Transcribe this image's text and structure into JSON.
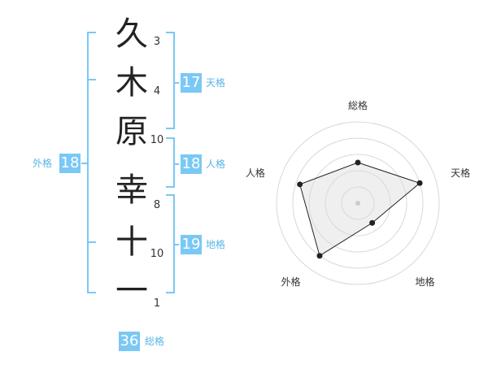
{
  "name_chars": [
    {
      "char": "久",
      "strokes": "3"
    },
    {
      "char": "木",
      "strokes": "4"
    },
    {
      "char": "原",
      "strokes": "10"
    },
    {
      "char": "幸",
      "strokes": "8"
    },
    {
      "char": "十",
      "strokes": "10"
    },
    {
      "char": "一",
      "strokes": "1"
    }
  ],
  "kakusu": {
    "tenkaku": {
      "value": "17",
      "label": "天格"
    },
    "jinkaku": {
      "value": "18",
      "label": "人格"
    },
    "chikaku": {
      "value": "19",
      "label": "地格"
    },
    "gaikaku": {
      "value": "18",
      "label": "外格"
    },
    "soukaku": {
      "value": "36",
      "label": "総格"
    }
  },
  "chart_data": {
    "type": "radar",
    "axes": [
      "総格",
      "天格",
      "地格",
      "外格",
      "人格"
    ],
    "values": [
      0.5,
      0.8,
      0.3,
      0.8,
      0.75
    ],
    "rings": 5
  },
  "colors": {
    "accent": "#7ac8f5",
    "label": "#59b4e6",
    "bracket": "#7ac8f5"
  }
}
